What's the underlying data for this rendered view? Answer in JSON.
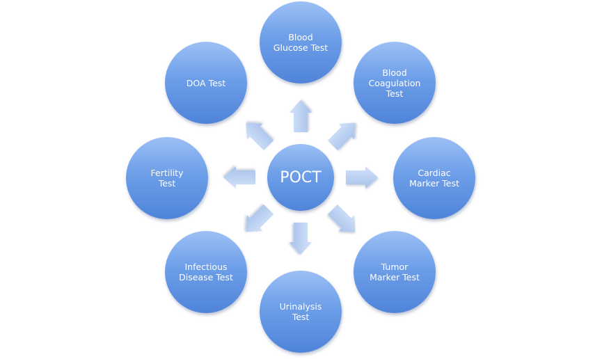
{
  "diagram": {
    "center": {
      "label": "POCT"
    },
    "nodes": [
      {
        "id": "blood-glucose",
        "label": "Blood\nGlucose Test",
        "direction": "up"
      },
      {
        "id": "blood-coagulation",
        "label": "Blood\nCoagulation\nTest",
        "direction": "up-right"
      },
      {
        "id": "cardiac-marker",
        "label": "Cardiac\nMarker Test",
        "direction": "right"
      },
      {
        "id": "tumor-marker",
        "label": "Tumor\nMarker Test",
        "direction": "down-right"
      },
      {
        "id": "urinalysis",
        "label": "Urinalysis\nTest",
        "direction": "down"
      },
      {
        "id": "infectious-disease",
        "label": "Infectious\nDisease Test",
        "direction": "down-left"
      },
      {
        "id": "fertility",
        "label": "Fertility\nTest",
        "direction": "left"
      },
      {
        "id": "doa",
        "label": "DOA Test",
        "direction": "up-left"
      }
    ],
    "colors": {
      "node_top": "#9cc0f5",
      "node_bottom": "#4f84d9",
      "arrow_light": "#c9dcf7",
      "arrow_dark": "#a9c3ea",
      "text": "#ffffff"
    }
  }
}
